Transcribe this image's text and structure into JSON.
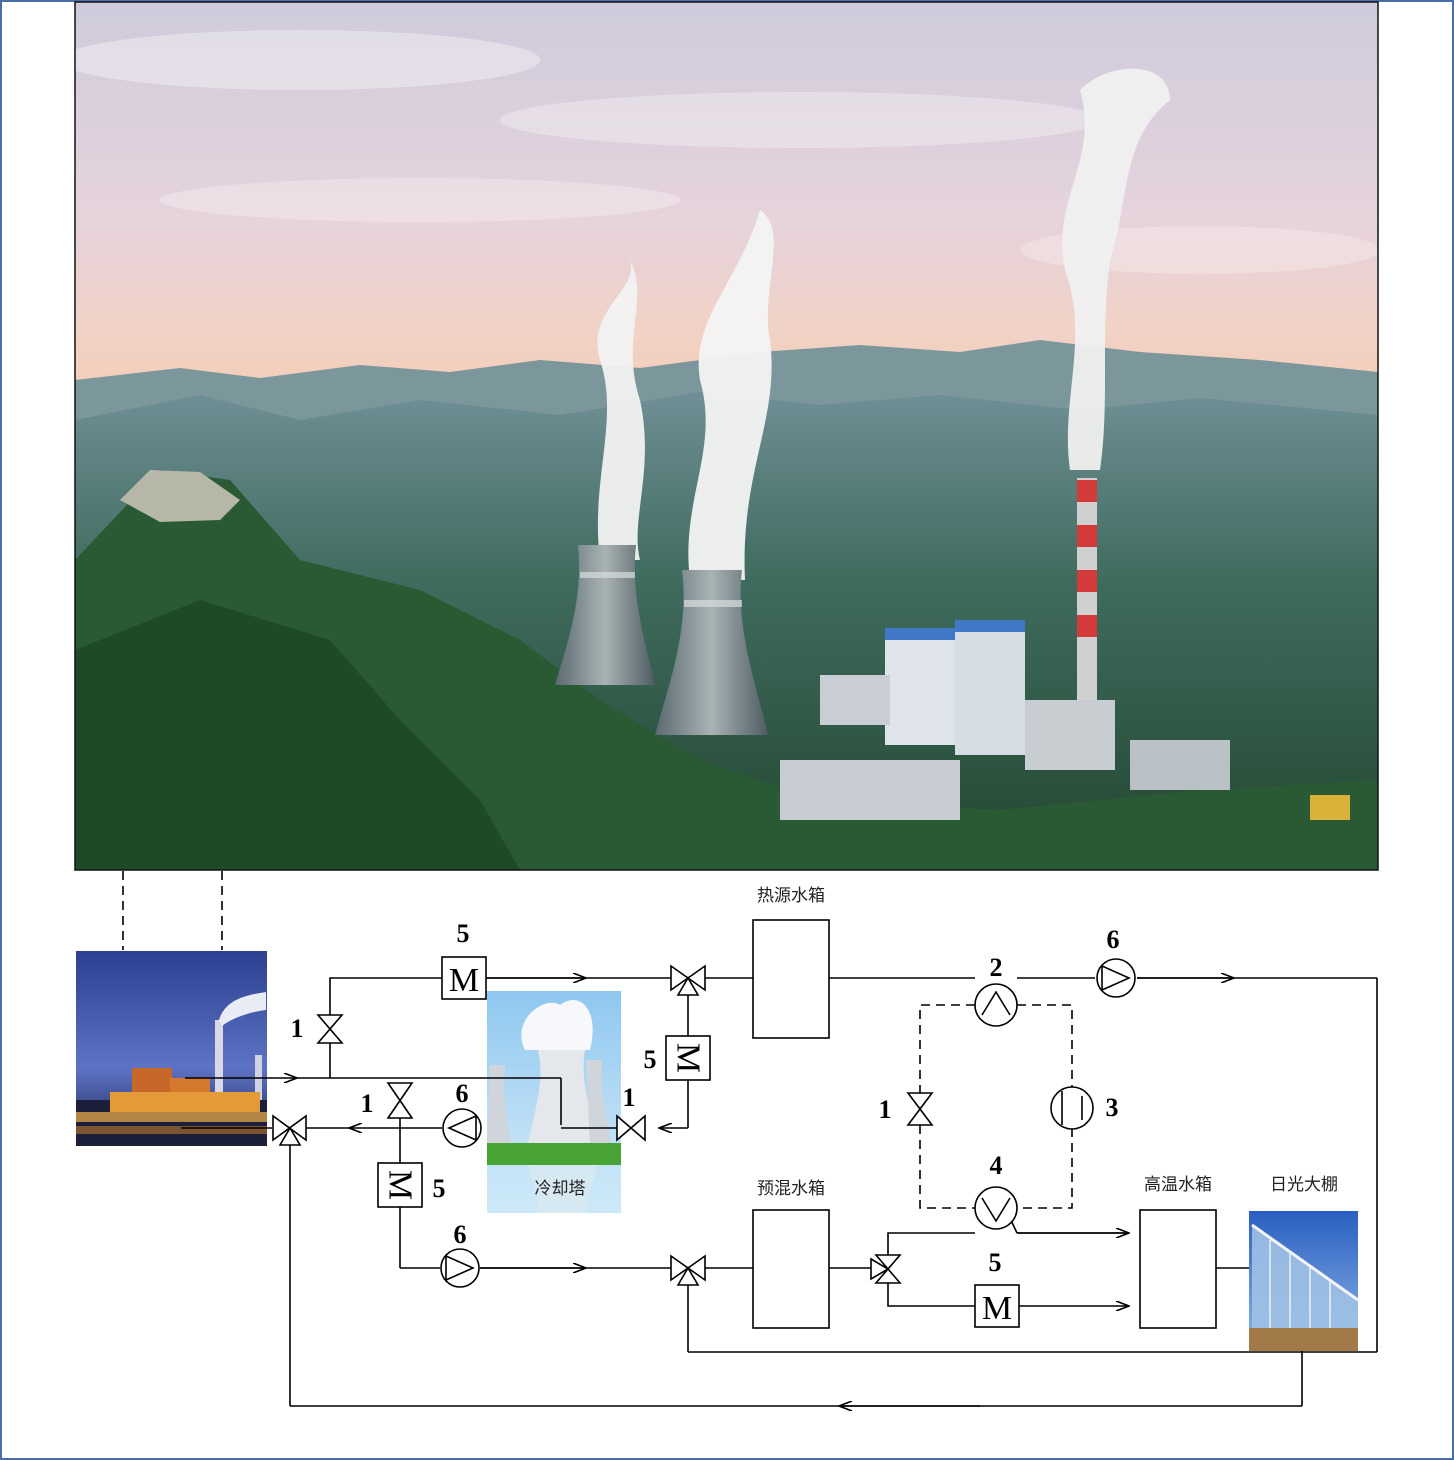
{
  "labels": {
    "heat_source_tank": "热源水箱",
    "premix_tank": "预混水箱",
    "high_temp_tank": "高温水箱",
    "greenhouse": "日光大棚",
    "cooling_tower": "冷却塔"
  },
  "motor_symbol": "M",
  "component_numbers": {
    "valve": "1",
    "condenser": "2",
    "compressor": "3",
    "evaporator": "4",
    "motor": "5",
    "pump": "6"
  },
  "colors": {
    "frame_border": "#4a6fa5",
    "line": "#000000"
  }
}
